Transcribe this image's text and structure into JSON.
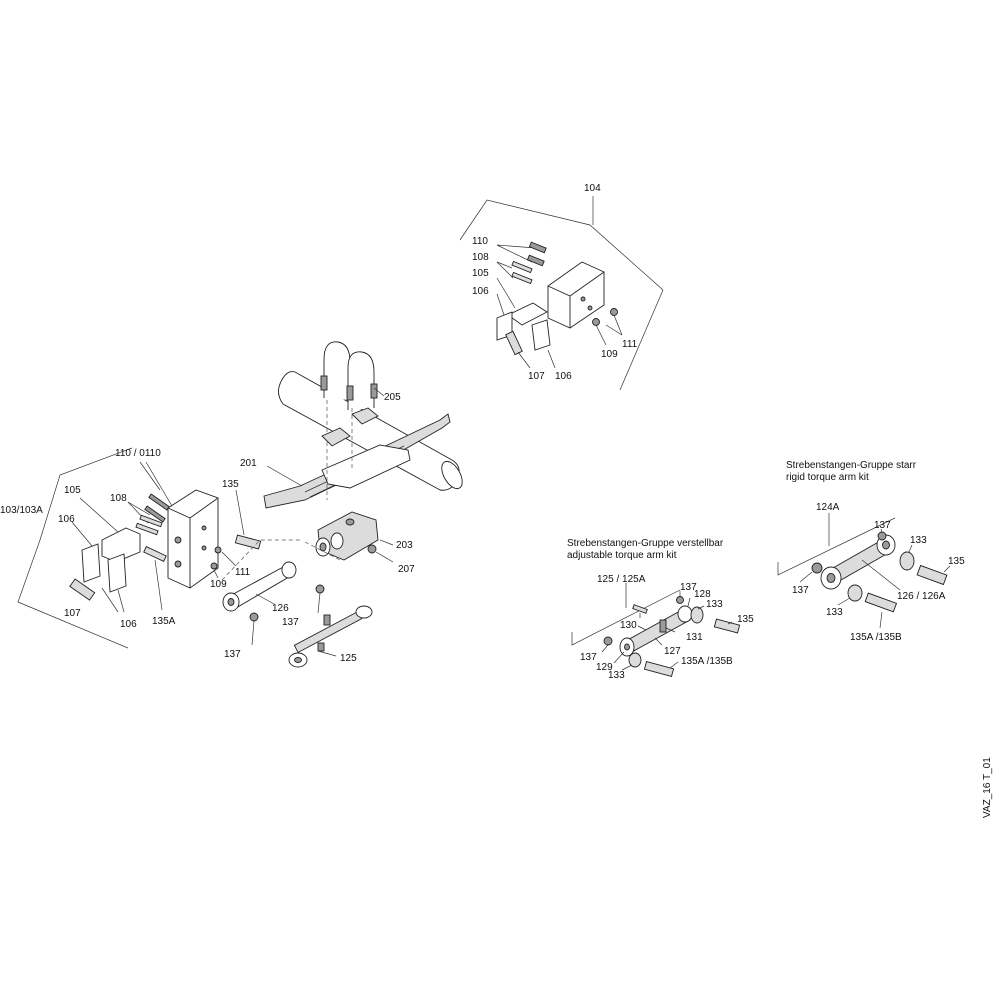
{
  "callouts": {
    "c104": "104",
    "c110_top": "110",
    "c108_top": "108",
    "c105_top": "105",
    "c106_top_left": "106",
    "c107_top": "107",
    "c106_top_right": "106",
    "c109_top": "109",
    "c111_top": "111",
    "c205": "205",
    "c201": "201",
    "c203": "203",
    "c207": "207",
    "c110_0110": "110 / 0110",
    "c103": "103/103A",
    "c105_left": "105",
    "c108_left": "108",
    "c106_left": "106",
    "c107_left": "107",
    "c106_left_b": "106",
    "c135_left": "135",
    "c135a_left": "135A",
    "c111_left": "111",
    "c109_left": "109",
    "c126_left": "126",
    "c137_left_a": "137",
    "c137_left_b": "137",
    "c125_left": "125",
    "c125_125a": "125 / 125A",
    "c137_adj_top": "137",
    "c128": "128",
    "c133_adj_top": "133",
    "c135_adj": "135",
    "c130": "130",
    "c131": "131",
    "c127": "127",
    "c137_adj_left": "137",
    "c129": "129",
    "c133_adj_bottom": "133",
    "c135a135b_adj": "135A /135B",
    "c124a": "124A",
    "c137_rigid_top": "137",
    "c133_rigid_top": "133",
    "c135_rigid": "135",
    "c137_rigid_left": "137",
    "c126_126a": "126 / 126A",
    "c133_rigid_bottom": "133",
    "c135a135b_rigid": "135A /135B"
  },
  "captions": {
    "rigid_de": "Strebenstangen-Gruppe starr",
    "rigid_en": "rigid torque arm kit",
    "adjustable_de": "Strebenstangen-Gruppe verstellbar",
    "adjustable_en": "adjustable torque arm kit"
  },
  "drawing_id": "VAZ_16 T_01"
}
